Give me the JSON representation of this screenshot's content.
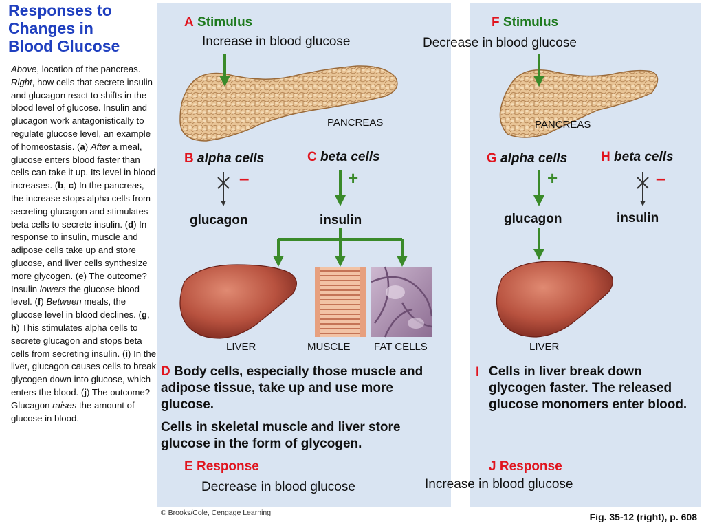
{
  "title_lines": [
    "Responses to",
    "Changes in",
    "Blood Glucose"
  ],
  "caption": {
    "p01": "Above",
    "p02": ", location of the pancreas. ",
    "p03": "Right",
    "p04": ", how cells that secrete insulin and glucagon react to shifts in the blood level of glucose. Insulin and glucagon work antagonistically to regulate glucose level, an example of homeostasis. (",
    "p05": "a",
    "p06": ") ",
    "p07": "After",
    "p08": " a meal, glucose enters blood faster than cells can take it up. Its level in blood increases. (",
    "p09": "b",
    "p10": ", ",
    "p11": "c",
    "p12": ") In the pancreas, the increase stops alpha cells from secreting glucagon and stimulates beta cells to secrete insulin. (",
    "p13": "d",
    "p14": ") In response to insulin, muscle and adipose cells take up and store glucose, and liver cells synthesize more glycogen. (",
    "p15": "e",
    "p16": ") The outcome? Insulin ",
    "p17": "lowers",
    "p18": " the glucose blood level. (",
    "p19": "f",
    "p20": ") ",
    "p21": "Between",
    "p22": " meals, the glucose level in blood declines. (",
    "p23": "g",
    "p24": ", ",
    "p25": "h",
    "p26": ") This stimulates alpha cells to secrete glucagon and stops beta cells from secreting insulin. (",
    "p27": "i",
    "p28": ") In the liver, glucagon causes cells to break glycogen down into glucose, which enters the blood. (",
    "p29": "j",
    "p30": ") The outcome? Glucagon ",
    "p31": "raises",
    "p32": " the amount of glucose in blood."
  },
  "left": {
    "a_letter": "A",
    "a_word": "Stimulus",
    "a_text": "Increase in blood glucose",
    "pancreas": "PANCREAS",
    "b_letter": "B",
    "b_cells": "alpha cells",
    "c_letter": "C",
    "c_cells": "beta cells",
    "minus": "–",
    "plus": "+",
    "glucagon": "glucagon",
    "insulin": "insulin",
    "liver": "LIVER",
    "muscle": "MUSCLE",
    "fat": "FAT CELLS",
    "d_letter": "D",
    "d_text": "Body cells, especially those muscle and adipose tissue, take up and use more glucose.",
    "d_text2": "Cells in skeletal muscle and liver store glucose in the form of glycogen.",
    "e_letter": "E",
    "e_word": "Response",
    "e_text": "Decrease in blood glucose"
  },
  "right": {
    "f_letter": "F",
    "f_word": "Stimulus",
    "f_text": "Decrease in blood glucose",
    "pancreas": "PANCREAS",
    "g_letter": "G",
    "g_cells": "alpha cells",
    "h_letter": "H",
    "h_cells": "beta cells",
    "plus": "+",
    "minus": "–",
    "glucagon": "glucagon",
    "insulin": "insulin",
    "liver": "LIVER",
    "i_letter": "I",
    "i_text": "Cells in liver break down glycogen faster. The released glucose monomers enter blood.",
    "j_letter": "J",
    "j_word": "Response",
    "j_text": "Increase in blood glucose"
  },
  "credit": "© Brooks/Cole, Cengage Learning",
  "figref": "Fig. 35-12 (right), p. 608",
  "colors": {
    "panel": "#d9e4f2",
    "arrow_green": "#3a8a2a",
    "letter_red": "#e0141e",
    "stimulus_green": "#1e7a1e",
    "title_blue": "#1f3fbf"
  }
}
